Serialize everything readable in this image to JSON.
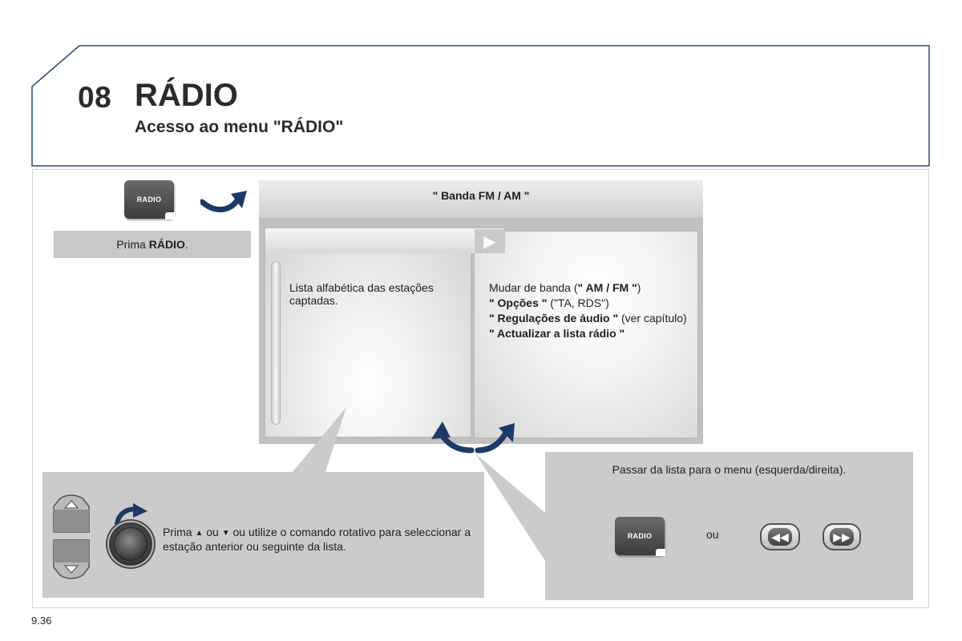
{
  "header": {
    "chapter_number": "08",
    "title": "RÁDIO",
    "subtitle": "Acesso ao menu \"RÁDIO\""
  },
  "step1": {
    "button_label": "RADIO",
    "caption_prefix": "Prima ",
    "caption_bold": "RÁDIO",
    "caption_suffix": "."
  },
  "screen": {
    "band_title": "\" Banda FM / AM \"",
    "list_text": "Lista alfabética das estações captadas.",
    "menu": {
      "line1_pre": "Mudar de banda (",
      "line1_bold": "\" AM / FM \"",
      "line1_post": ")",
      "line2_bold": "\" Opções \"",
      "line2_post": " (\"TA, RDS\")",
      "line3_bold": "\" Regulações de áudio \"",
      "line3_post": " (ver capítulo)",
      "line4_bold": "\" Actualizar a lista rádio \""
    }
  },
  "step2": {
    "text_prima": "Prima",
    "text_ou": "ou",
    "text_rest": "ou utilize o comando rotativo para seleccionar a estação anterior ou seguinte da lista."
  },
  "step3": {
    "description": "Passar da lista para o menu (esquerda/direita).",
    "button_label": "RADIO",
    "ou": "ou"
  },
  "footer": {
    "page_number": "9.36"
  },
  "icons": {
    "arrow": "curved-arrow-icon",
    "play": "play-triangle-icon",
    "up": "arrow-up-icon",
    "down": "arrow-down-icon",
    "rewind": "rewind-icon",
    "fast_forward": "fast-forward-icon"
  },
  "colors": {
    "accent_blue": "#1c3a66",
    "frame_blue": "#2b4a78",
    "panel_grey": "#cbcbcb"
  }
}
